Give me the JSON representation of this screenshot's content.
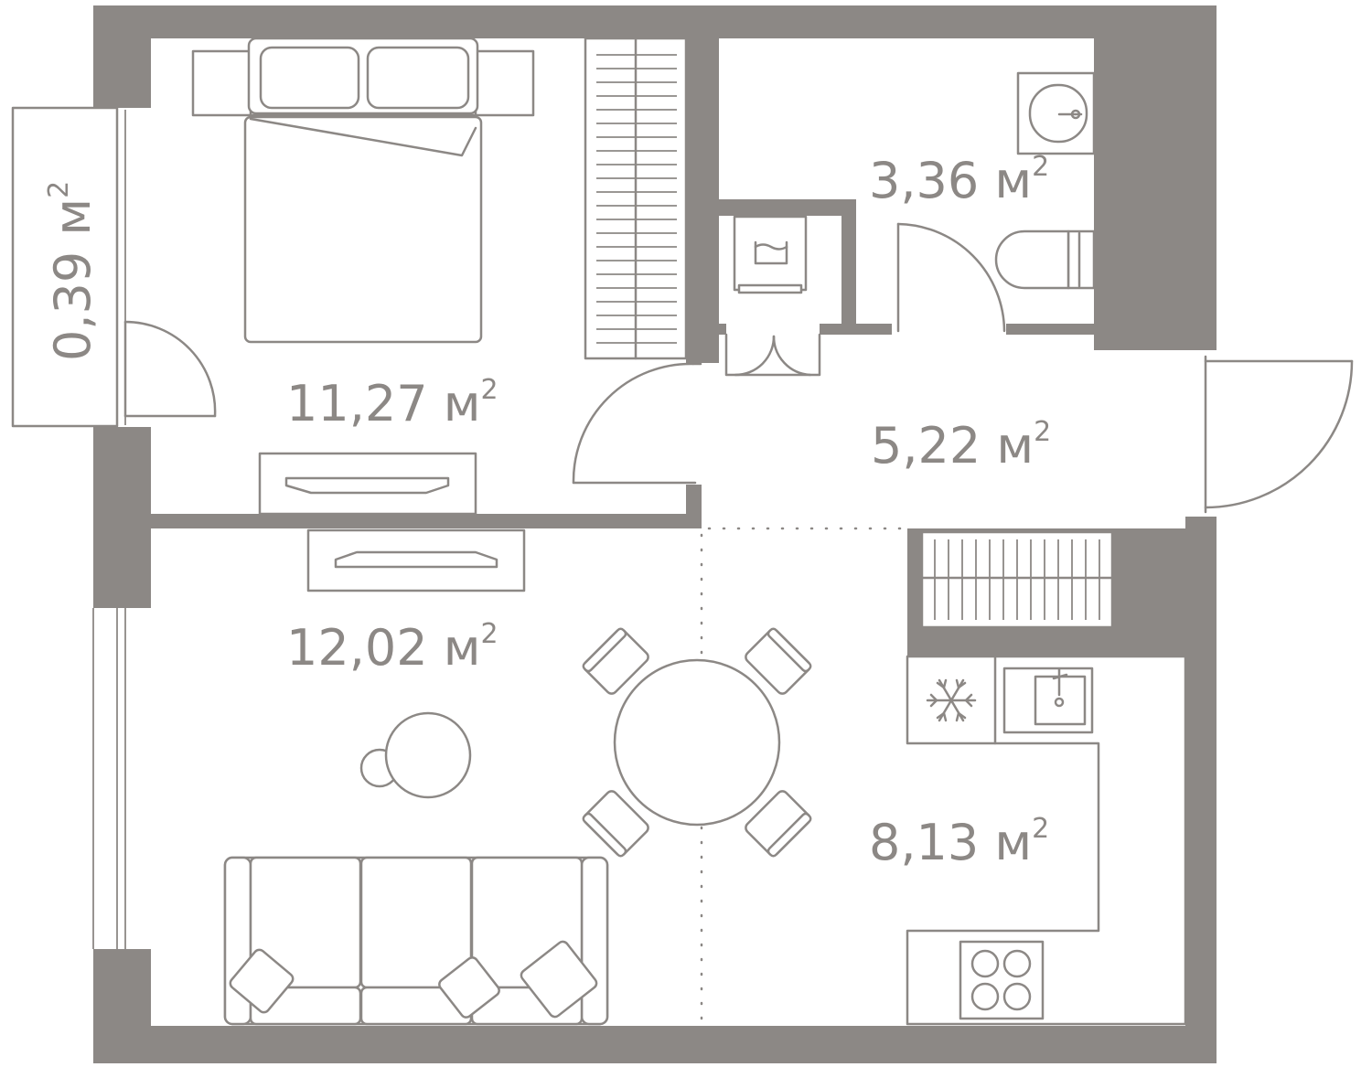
{
  "colors": {
    "wall": "#8c8885",
    "line": "#8c8885",
    "text": "#8c8885"
  },
  "rooms": {
    "bedroom": {
      "area": "11,27 м",
      "exp": "2"
    },
    "living": {
      "area": "12,02 м",
      "exp": "2"
    },
    "kitchen": {
      "area": "8,13 м",
      "exp": "2"
    },
    "hall": {
      "area": "5,22 м",
      "exp": "2"
    },
    "bathroom": {
      "area": "3,36 м",
      "exp": "2"
    },
    "balcony": {
      "area": "0,39 м",
      "exp": "2"
    }
  },
  "icons": [
    "bed-icon",
    "wardrobe-icon",
    "sink-icon",
    "toilet-icon",
    "washing-machine-icon",
    "tv-stand-icon",
    "dining-table-icon",
    "armchair-icon",
    "sofa-icon",
    "fridge-icon",
    "kitchen-sink-icon",
    "stove-icon",
    "shoe-rack-icon"
  ]
}
